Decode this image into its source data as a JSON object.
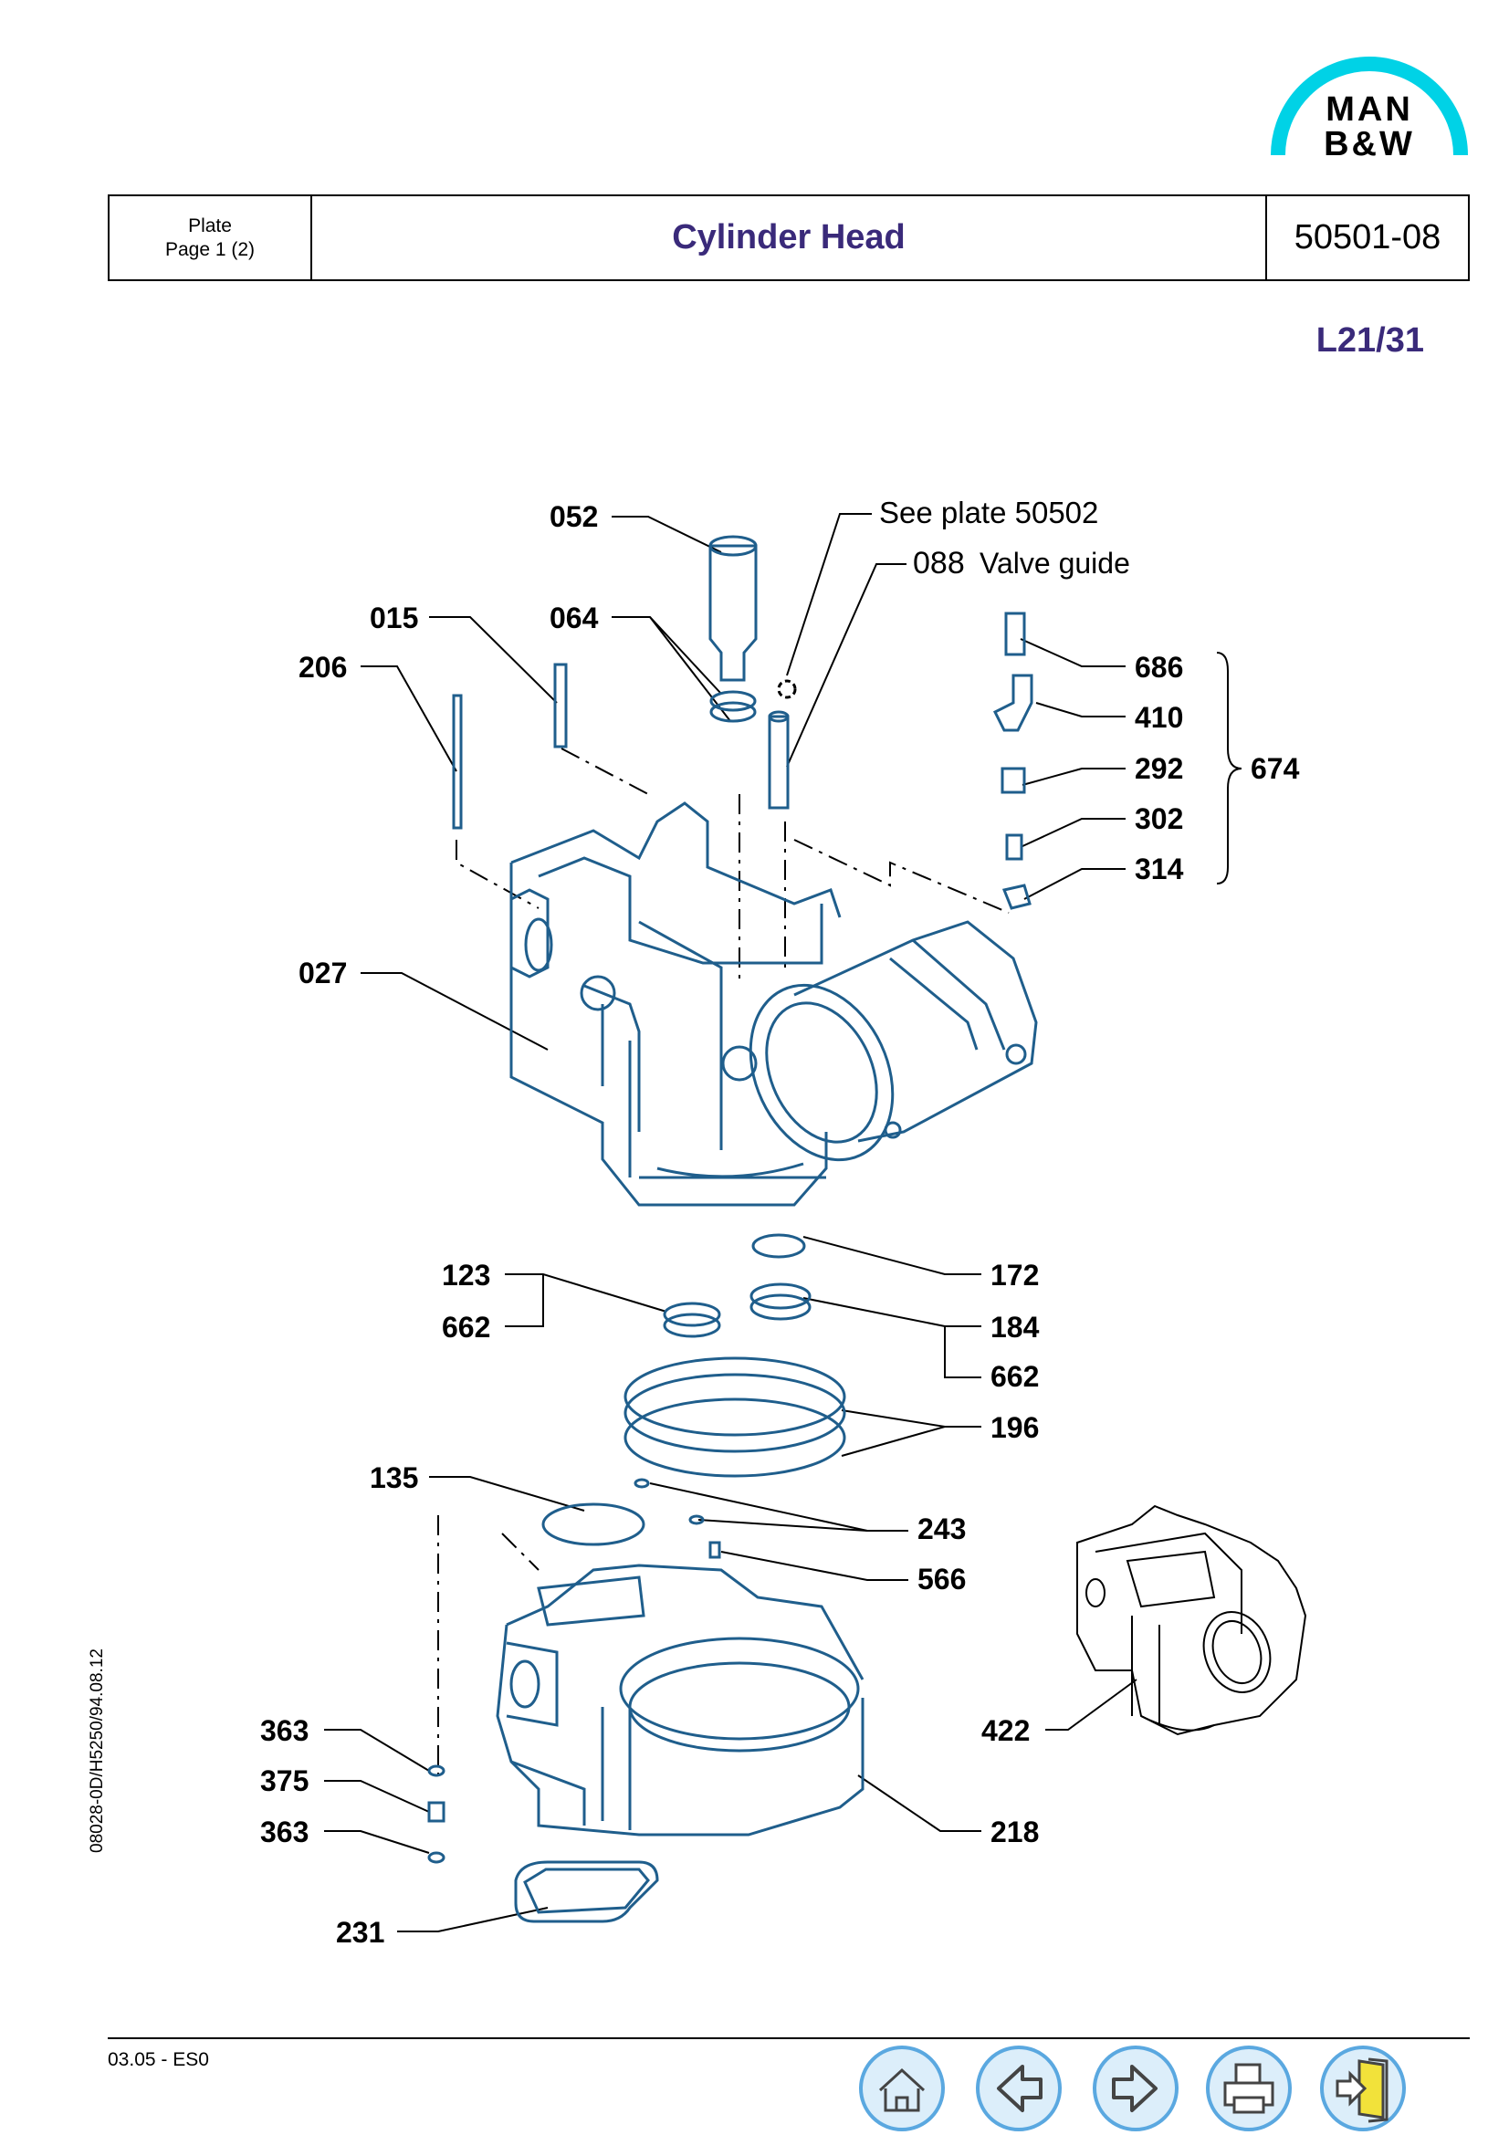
{
  "logo": {
    "line1": "MAN",
    "line2": "B&W"
  },
  "header": {
    "plate_label": "Plate",
    "page_label": "Page 1 (2)",
    "title": "Cylinder Head",
    "plate_number": "50501-08"
  },
  "engine_type": "L21/31",
  "drawing": {
    "labels": {
      "p052": "052",
      "see_plate": "See plate 50502",
      "p088": "088",
      "valve_guide": "Valve guide",
      "p015": "015",
      "p064": "064",
      "p206": "206",
      "p686": "686",
      "p410": "410",
      "p292": "292",
      "p674": "674",
      "p302": "302",
      "p314": "314",
      "p027": "027",
      "p123": "123",
      "p662a": "662",
      "p172": "172",
      "p184": "184",
      "p662b": "662",
      "p196": "196",
      "p135": "135",
      "p243": "243",
      "p566": "566",
      "p422": "422",
      "p363a": "363",
      "p375": "375",
      "p363b": "363",
      "p218": "218",
      "p231": "231"
    }
  },
  "side_code": "08028-0D/H5250/94.08.12",
  "footer": {
    "code": "03.05 - ES0"
  },
  "nav": {
    "home_icon": "home-icon",
    "back_icon": "arrow-left-icon",
    "forward_icon": "arrow-right-icon",
    "print_icon": "printer-icon",
    "exit_icon": "exit-door-icon",
    "accent": "#5aa8e0"
  }
}
